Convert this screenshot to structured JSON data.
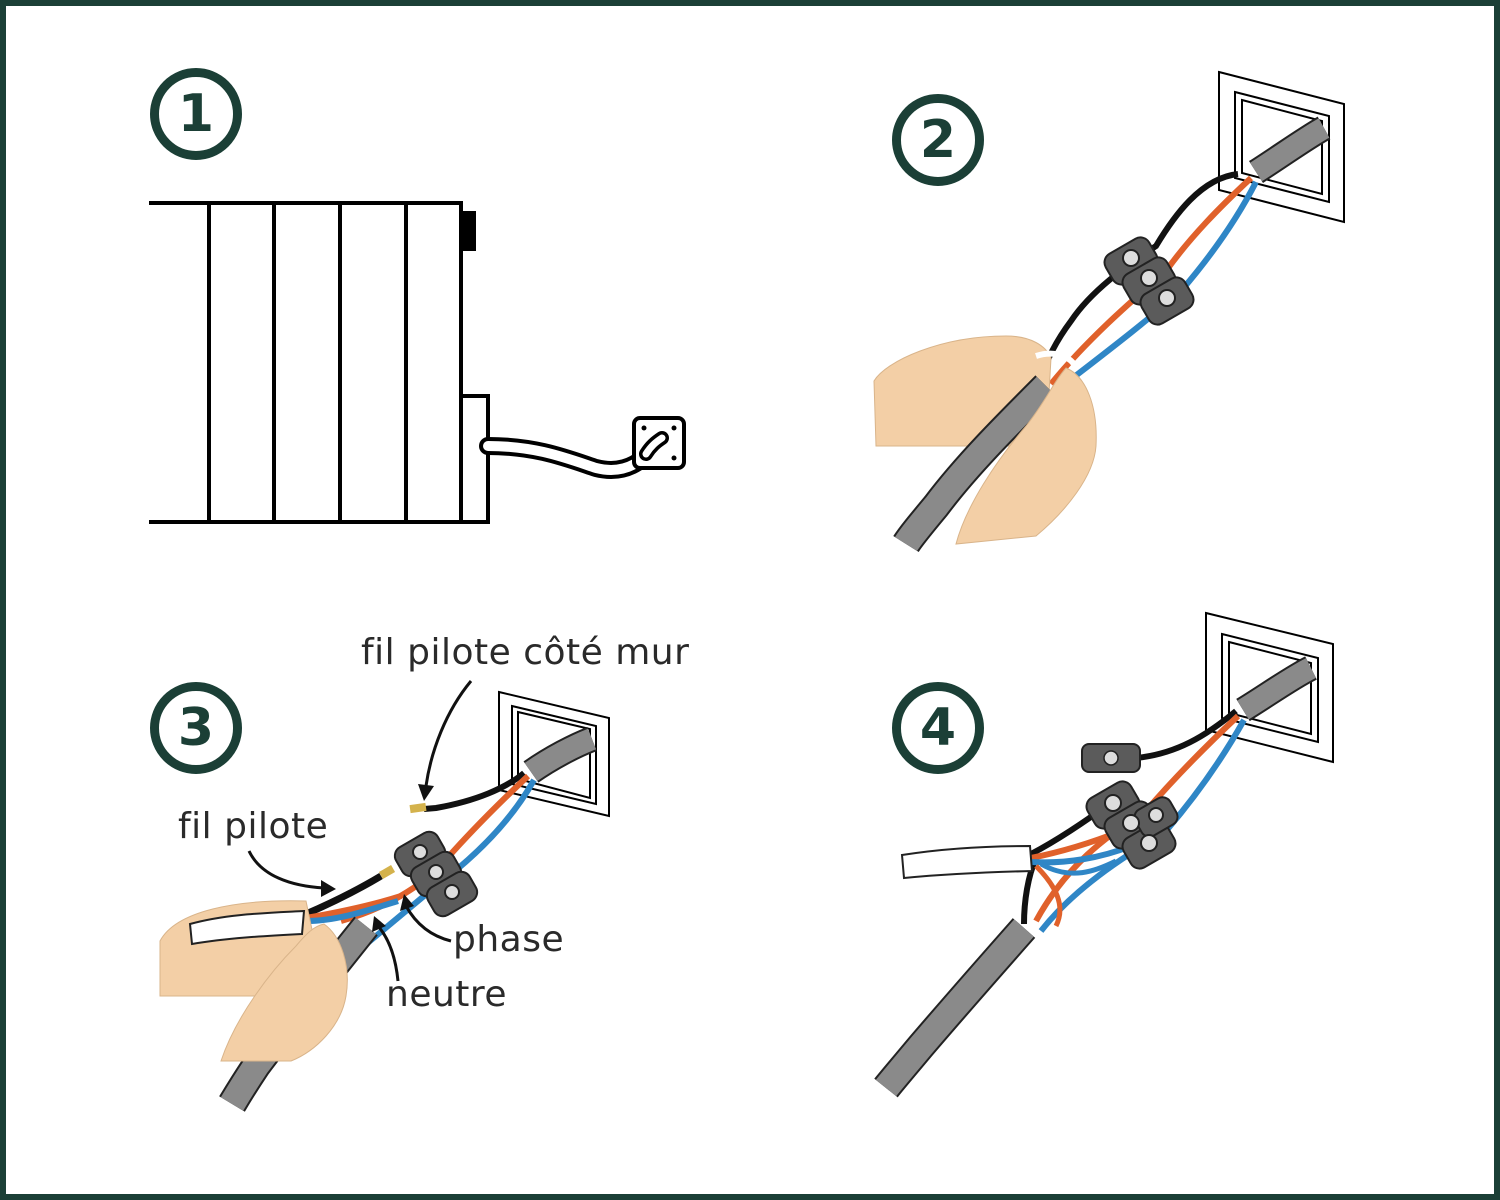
{
  "steps": [
    {
      "number": "1"
    },
    {
      "number": "2"
    },
    {
      "number": "3"
    },
    {
      "number": "4"
    }
  ],
  "labels": {
    "fil_pilote_cote_mur": "fil pilote côté mur",
    "fil_pilote": "fil pilote",
    "phase": "phase",
    "neutre": "neutre"
  },
  "colors": {
    "frame": "#1b3f36",
    "cable_sheath": "#8a8a8a",
    "wire_black": "#111111",
    "wire_phase": "#e0612b",
    "wire_neutral": "#2f86c6",
    "connector": "#5b5b5b",
    "skin": "#f3cfa6"
  }
}
